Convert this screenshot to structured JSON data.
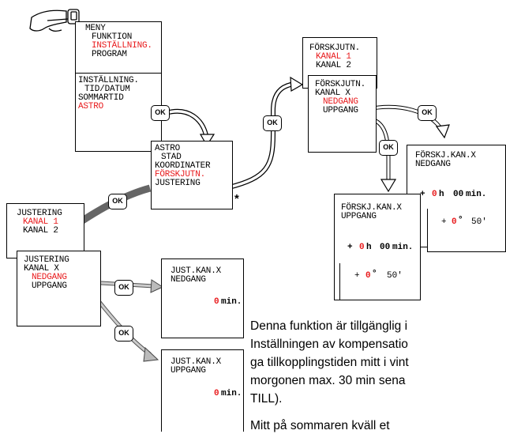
{
  "menu": {
    "l1": "MENY",
    "l2": "FUNKTION",
    "l3": "INSTÄLLNING.",
    "l4": "PROGRAM"
  },
  "install": {
    "l1": "INSTÄLLNING.",
    "l2": "TID/DATUM",
    "l3": "SOMMARTID",
    "l4": "ASTRO"
  },
  "astro": {
    "l1": "ASTRO",
    "l2": "STAD",
    "l3": "KOORDINATER",
    "l4": "FÖRSKJUTN.",
    "l5": "JUSTERING",
    "star": "*"
  },
  "forskjutn_kanal": {
    "l1": "FÖRSKJUTN.",
    "l2": "KANAL 1",
    "l3": "KANAL 2"
  },
  "forskjutn_x": {
    "l1": "FÖRSKJUTN.",
    "l2": "KANAL X",
    "l3": "NEDGANG",
    "l4": "UPPGANG"
  },
  "forskj_nedgang": {
    "l1": "FÖRSKJ.KAN.X",
    "l2": "NEDGANG",
    "time_h": "0",
    "unit_h": "h",
    "time_m": "00",
    "unit_m": "min.",
    "sign": "+",
    "sub_sign": "+",
    "sub_deg": "0",
    "sub_deg_unit": "°",
    "sub_min": "50'"
  },
  "forskj_uppgang": {
    "l1": "FÖRSKJ.KAN.X",
    "l2": "UPPGANG",
    "time_h": "0",
    "unit_h": "h",
    "time_m": "00",
    "unit_m": "min.",
    "sign": "+",
    "sub_sign": "+",
    "sub_deg": "0",
    "sub_deg_unit": "°",
    "sub_min": "50'"
  },
  "justering_kanal": {
    "l1": "JUSTERING",
    "l2": "KANAL 1",
    "l3": "KANAL 2"
  },
  "justering_x": {
    "l1": "JUSTERING",
    "l2": "KANAL X",
    "l3": "NEDGANG",
    "l4": "UPPGANG"
  },
  "just_nedgang": {
    "l1": "JUST.KAN.X",
    "l2": "NEDGANG",
    "val": "0",
    "unit": "min."
  },
  "just_uppgang": {
    "l1": "JUST.KAN.X",
    "l2": "UPPGANG",
    "val": "0",
    "unit": "min."
  },
  "ok_label": "OK",
  "text": {
    "p1": "Denna funktion är tillgänglig i",
    "p2": "Inställningen av kompensatio",
    "p3": "ga tillkopplingstiden mitt i vint",
    "p4": "morgonen max. 30 min sena",
    "p5": "TILL).",
    "p6": "Mitt på sommaren kväll et"
  }
}
